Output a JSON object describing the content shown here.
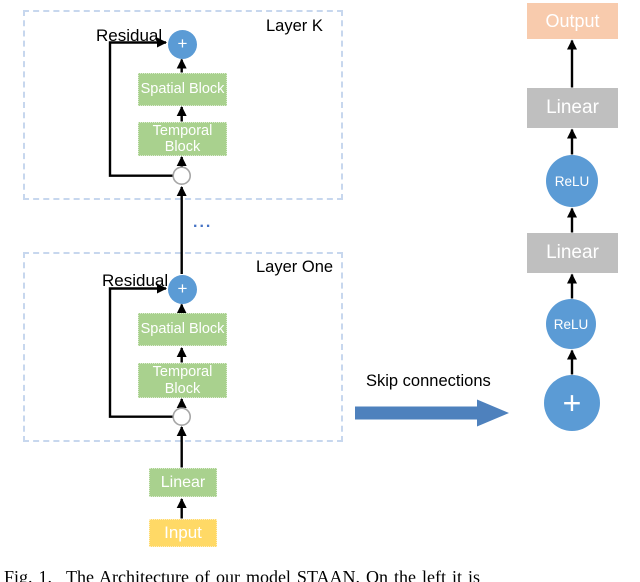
{
  "colors": {
    "node_blue": "#5B9BD5",
    "block_green": "#A9D18E",
    "block_gray": "#BFBFBF",
    "output_orange": "#F8CBAD",
    "input_yellow": "#FFD966",
    "skip_arrow_blue": "#4E81BD",
    "dashed_border_blue": "#C7D7EE",
    "dots_blue": "#4472C4",
    "arrow_black": "#000000"
  },
  "layer_k": {
    "title": "Layer K",
    "residual_label": "Residual",
    "plus_label": "+",
    "spatial_label": "Spatial Block",
    "temporal_label": "Temporal Block"
  },
  "between_layers_dots": "...",
  "layer_one": {
    "title": "Layer One",
    "residual_label": "Residual",
    "plus_label": "+",
    "spatial_label": "Spatial Block",
    "temporal_label": "Temporal Block"
  },
  "input_stack": {
    "linear_label": "Linear",
    "input_label": "Input"
  },
  "skip": {
    "label": "Skip connections"
  },
  "right_stack": {
    "output_label": "Output",
    "linear_top_label": "Linear",
    "relu_top_label": "ReLU",
    "linear_mid_label": "Linear",
    "relu_mid_label": "ReLU",
    "plus_label": "+"
  },
  "caption": {
    "prefix": "Fig. 1.",
    "text": "The Architecture of our model STAAN. On the left it is"
  }
}
